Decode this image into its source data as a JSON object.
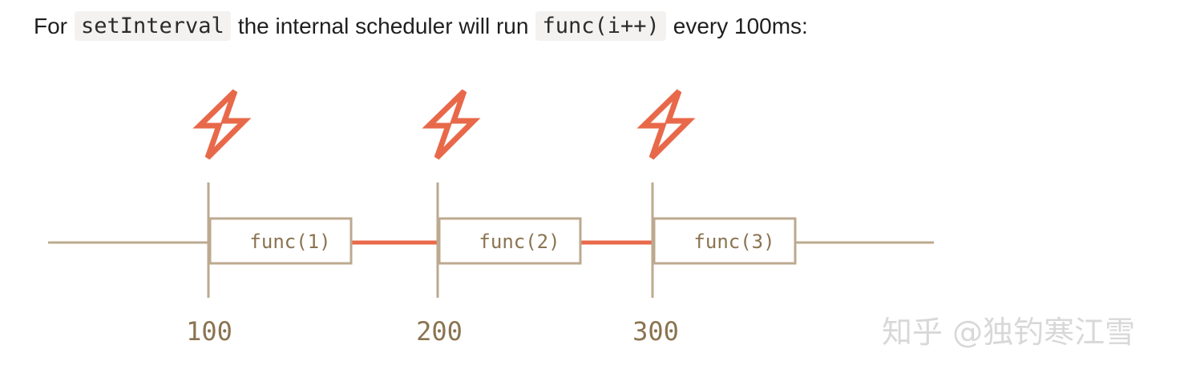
{
  "intro": {
    "prefix": "For",
    "code1": "setInterval",
    "middle": "the internal scheduler will run",
    "code2": "func(i++)",
    "suffix": "every 100ms:"
  },
  "timeline": {
    "calls": [
      {
        "label": "func(1)",
        "tick": "100"
      },
      {
        "label": "func(2)",
        "tick": "200"
      },
      {
        "label": "func(3)",
        "tick": "300"
      }
    ]
  },
  "colors": {
    "axis": "#bca98f",
    "accent": "#e8694a",
    "label": "#8a7350",
    "text": "#1f1f1f"
  },
  "icons": {
    "trigger": "lightning-bolt-icon"
  },
  "watermark": "知乎 @独钓寒江雪"
}
